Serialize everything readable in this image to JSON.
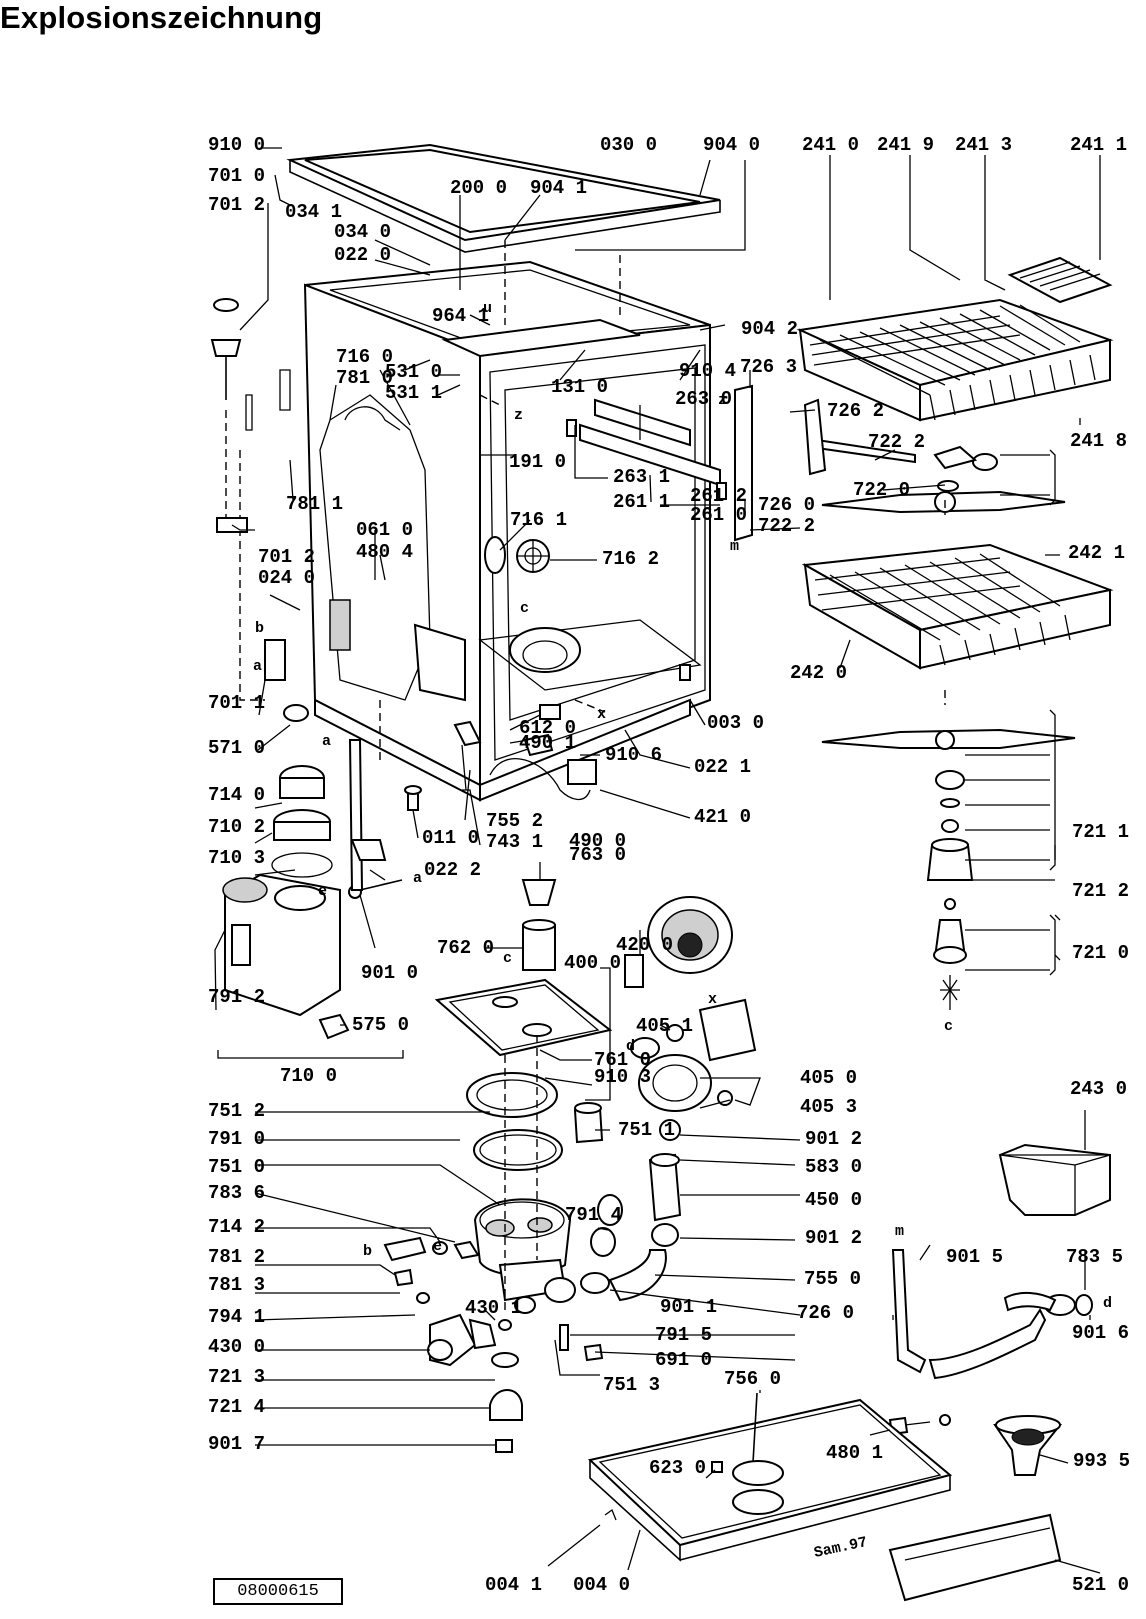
{
  "title": "Explosionszeichnung",
  "document_number": "08000615",
  "author_mark": "Sam.97",
  "labels": [
    "910 0",
    "701 0",
    "701 2",
    "034 1",
    "030 0",
    "904 0",
    "241 0",
    "241 9",
    "241 3",
    "241 1",
    "200 0",
    "904 1",
    "034 0",
    "022 0",
    "964 1",
    "904 2",
    "726 3",
    "716 0",
    "781 0",
    "531 0",
    "531 1",
    "131 0",
    "910 4",
    "263 0",
    "726 2",
    "722 2",
    "241 8",
    "191 0",
    "263 1",
    "261 1",
    "261 2",
    "261 0",
    "722 0",
    "726 0",
    "722 2",
    "781 1",
    "061 0",
    "480 4",
    "716 1",
    "716 2",
    "701 2",
    "024 0",
    "242 1",
    "242 0",
    "003 0",
    "701 1",
    "612 0",
    "490 1",
    "910 6",
    "571 0",
    "022 1",
    "421 0",
    "755 2",
    "714 0",
    "011 0",
    "743 1",
    "710 2",
    "022 2",
    "490 0",
    "763 0",
    "721 1",
    "710 3",
    "721 2",
    "721 0",
    "762 0",
    "420 0",
    "400 0",
    "901 0",
    "791 2",
    "575 0",
    "405 1",
    "761 0",
    "710 0",
    "910 3",
    "405 0",
    "405 3",
    "243 0",
    "751 2",
    "751 1",
    "791 0",
    "901 2",
    "751 0",
    "583 0",
    "783 6",
    "450 0",
    "714 2",
    "791 4",
    "901 2",
    "781 2",
    "901 5",
    "783 5",
    "781 3",
    "755 0",
    "726 0",
    "901 1",
    "794 1",
    "430 1",
    "791 5",
    "901 6",
    "430 0",
    "691 0",
    "721 3",
    "751 3",
    "756 0",
    "721 4",
    "480 1",
    "623 0",
    "901 7",
    "993 5",
    "004 1",
    "004 0",
    "521 0"
  ],
  "letters": [
    "a",
    "b",
    "c",
    "d",
    "e",
    "m",
    "u",
    "x",
    "z"
  ]
}
